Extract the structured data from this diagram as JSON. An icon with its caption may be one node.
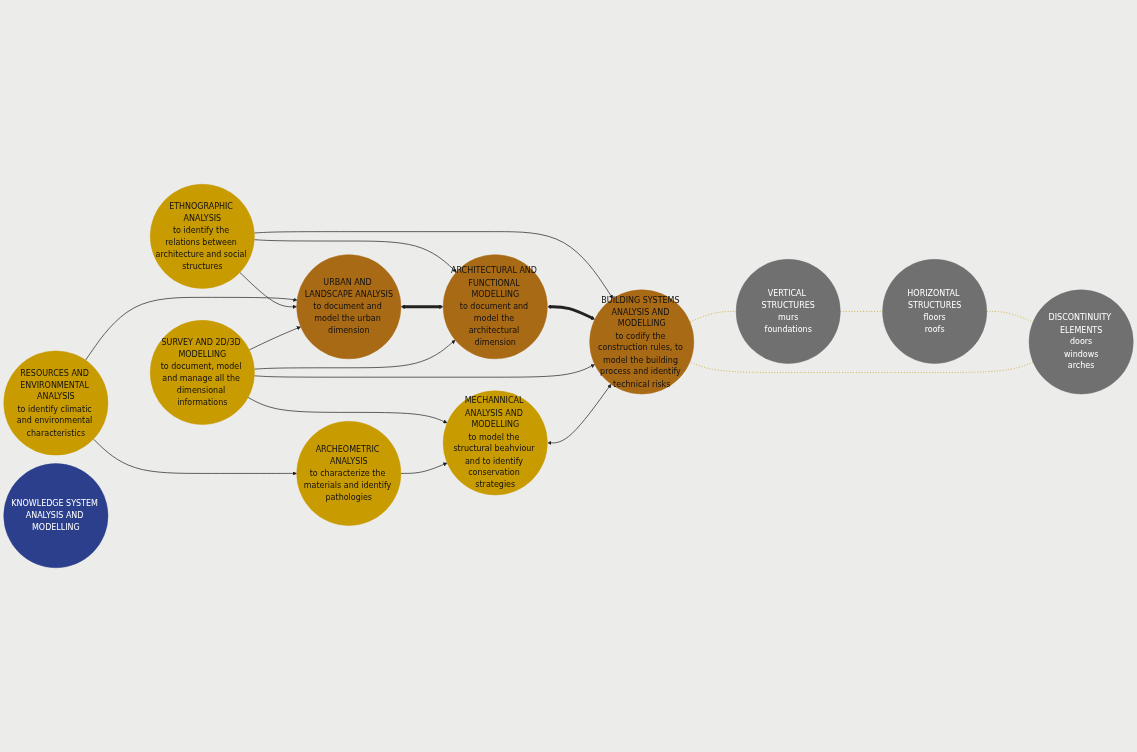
{
  "diagram": {
    "nodes": [
      {
        "text": [
          "RESOURCES AND ENVIRONMENTAL ANALYSIS",
          "to identify climatic and environmental characteristics"
        ]
      },
      {
        "text": [
          "ETHNOGRAPHIC ANALYSIS",
          "to identify the relations between architecture and social structures"
        ]
      },
      {
        "text": [
          "VERTICAL STRUCTURES",
          "murs",
          "foundations"
        ]
      },
      {
        "text": [
          "URBAN AND LANDSCAPE ANALYSIS",
          "to document and model the urban dimension"
        ]
      },
      {
        "text": [
          "ARCHITECTURAL AND FUNCTIONAL MODELLING",
          "to document and model the architectural dimension"
        ]
      },
      {
        "text": [
          "BUILDING SYSTEMS ANALYSIS AND MODELLING",
          "to codify the construction rules, to model the building process and identify technical risks"
        ]
      },
      {
        "text": [
          "HORIZONTAL STRUCTURES",
          "floors",
          "roofs"
        ]
      },
      {
        "text": [
          "DISCONTINUITY ELEMENTS",
          "doors",
          "windows",
          "arches"
        ]
      },
      {
        "text": [
          "ARCHEOMETRIC ANALYSIS",
          "to characterize the materials and identify pathologies"
        ]
      },
      {
        "text": [
          "SURVEY AND 2D/3D MODELLING",
          "to document, model and manage all the dimensional informations"
        ]
      },
      {
        "text": [
          "MECHANNICAL ANALYSIS AND MODELLING",
          "to model the structural beahviour and to identify conservation strategies"
        ]
      },
      {
        "text": [
          "KNOWLEDGE SYSTEM ANALYSIS AND MODELLING"
        ]
      }
    ],
    "edges": [
      {
        "from": 0,
        "to": 8,
        "arrow": "to"
      },
      {
        "from": 0,
        "to": 3,
        "arrow": "to"
      },
      {
        "from": 1,
        "to": 3,
        "arrow": "to"
      },
      {
        "from": 1,
        "to": 4,
        "arrow": "to"
      },
      {
        "from": 1,
        "to": 5,
        "arrow": "to"
      },
      {
        "from": 3,
        "to": 4,
        "arrow": "both",
        "style": "thick"
      },
      {
        "from": 4,
        "to": 5,
        "arrow": "both",
        "style": "thick"
      },
      {
        "from": 9,
        "to": 3,
        "arrow": "to"
      },
      {
        "from": 9,
        "to": 4,
        "arrow": "to"
      },
      {
        "from": 9,
        "to": 5,
        "arrow": "to"
      },
      {
        "from": 9,
        "to": 10,
        "arrow": "to"
      },
      {
        "from": 10,
        "to": 5,
        "arrow": "both"
      },
      {
        "from": 8,
        "to": 10,
        "arrow": "to"
      },
      {
        "from": 5,
        "to": 2,
        "arrow": "none",
        "style": "dashed",
        "color": "#c89b00"
      },
      {
        "from": 2,
        "to": 6,
        "arrow": "none",
        "style": "dashed",
        "color": "#c89b00"
      },
      {
        "from": 6,
        "to": 7,
        "arrow": "none",
        "style": "dashed",
        "color": "#c89b00"
      },
      {
        "from": 7,
        "to": 5,
        "arrow": "none",
        "style": "dashed",
        "color": "#c89b00"
      }
    ]
  }
}
